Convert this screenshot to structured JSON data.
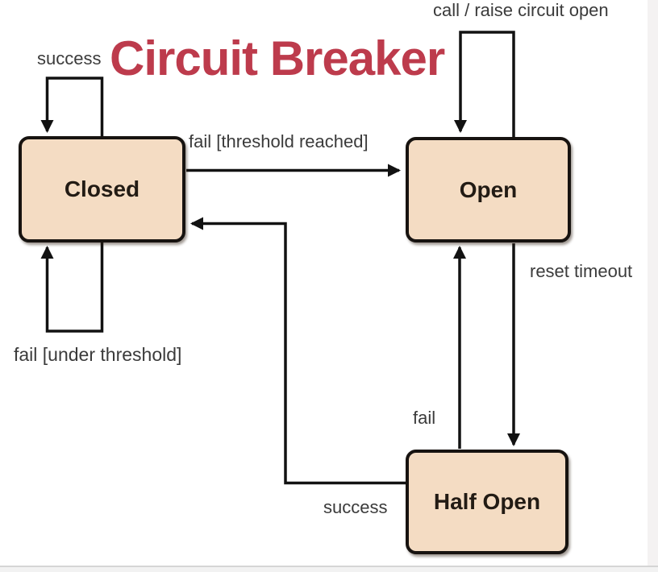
{
  "title": "Circuit Breaker",
  "states": [
    {
      "id": "closed",
      "label": "Closed"
    },
    {
      "id": "open",
      "label": "Open"
    },
    {
      "id": "half_open",
      "label": "Half Open"
    }
  ],
  "transitions": [
    {
      "id": "closed-success-self",
      "from": "Closed",
      "to": "Closed",
      "label": "success"
    },
    {
      "id": "open-call-self",
      "from": "Open",
      "to": "Open",
      "label": "call / raise circuit open"
    },
    {
      "id": "closed-to-open",
      "from": "Closed",
      "to": "Open",
      "label": "fail [threshold reached]"
    },
    {
      "id": "closed-fail-self",
      "from": "Closed",
      "to": "Closed",
      "label": "fail [under threshold]"
    },
    {
      "id": "halfopen-to-closed",
      "from": "Half Open",
      "to": "Closed",
      "label": "success"
    },
    {
      "id": "halfopen-to-open",
      "from": "Half Open",
      "to": "Open",
      "label": "fail"
    },
    {
      "id": "open-to-halfopen",
      "from": "Open",
      "to": "Half Open",
      "label": "reset timeout"
    }
  ],
  "colors": {
    "title": "#bd3b4c",
    "state_fill": "#f4dcc3",
    "state_border": "#171310",
    "arrow": "#121212",
    "label_text": "#3b3b3b",
    "state_text": "#221b14"
  }
}
